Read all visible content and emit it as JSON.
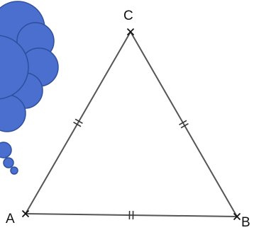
{
  "diagram": {
    "vertices": [
      {
        "id": "A",
        "label": "A"
      },
      {
        "id": "B",
        "label": "B"
      },
      {
        "id": "C",
        "label": "C"
      }
    ],
    "sides": [
      {
        "from": "A",
        "to": "C",
        "tick_marks": 2
      },
      {
        "from": "C",
        "to": "B",
        "tick_marks": 2
      },
      {
        "from": "A",
        "to": "B",
        "tick_marks": 2
      }
    ],
    "vertex_marker": "cross",
    "cloud": {
      "shape": "thought-bubble",
      "color": "#4a6fcf",
      "outline": "#2e4f9e"
    },
    "line_color": "#555555"
  }
}
